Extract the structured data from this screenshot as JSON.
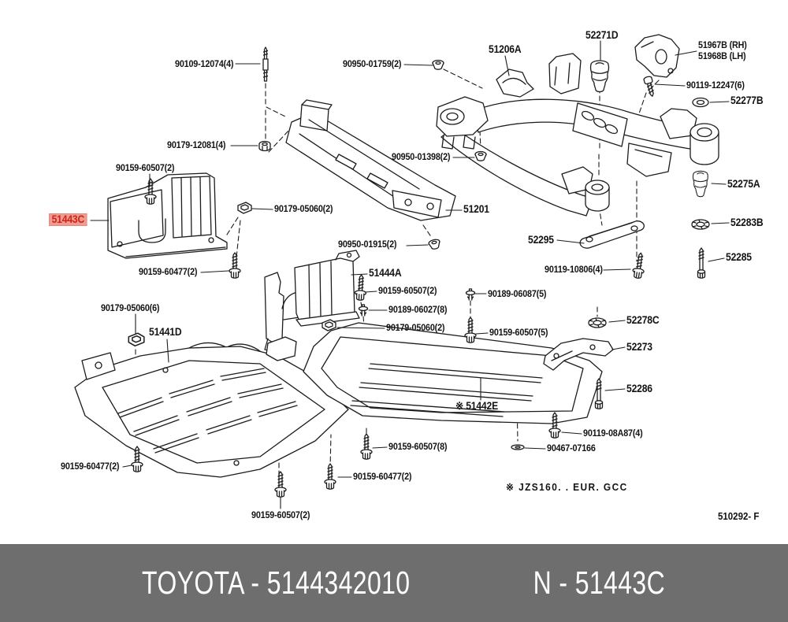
{
  "diagram": {
    "highlight": {
      "text": "51443C",
      "bg_color": "#f09b90",
      "text_color": "#cf2318"
    },
    "note": "※ JZS160. . EUR. GCC",
    "ref_code": "510292- F",
    "line_color": "#1c1c1c",
    "labels": [
      {
        "text": "90109-12074(4)"
      },
      {
        "text": "90950-01759(2)"
      },
      {
        "text": "51206A"
      },
      {
        "text": "52271D"
      },
      {
        "text": "51967B (RH)"
      },
      {
        "text": "51968B (LH)"
      },
      {
        "text": "90119-12247(6)"
      },
      {
        "text": "52277B"
      },
      {
        "text": "90179-12081(4)"
      },
      {
        "text": "90950-01398(2)"
      },
      {
        "text": "90159-60507(2)"
      },
      {
        "text": "51201"
      },
      {
        "text": "52275A"
      },
      {
        "text": "90179-05060(2)"
      },
      {
        "text": "52283B"
      },
      {
        "text": "52295"
      },
      {
        "text": "90950-01915(2)"
      },
      {
        "text": "52285"
      },
      {
        "text": "90159-60477(2)"
      },
      {
        "text": "90119-10806(4)"
      },
      {
        "text": "51444A"
      },
      {
        "text": "90159-60507(2)"
      },
      {
        "text": "90189-06087(5)"
      },
      {
        "text": "90189-06027(8)"
      },
      {
        "text": "90179-05060(6)"
      },
      {
        "text": "51441D"
      },
      {
        "text": "90179-05060(2)"
      },
      {
        "text": "90159-60507(5)"
      },
      {
        "text": "52278C"
      },
      {
        "text": "52273"
      },
      {
        "text": "52286"
      },
      {
        "text": "※ 51442E"
      },
      {
        "text": "90119-08A87(4)"
      },
      {
        "text": "90467-07166"
      },
      {
        "text": "90159-60477(2)"
      },
      {
        "text": "90159-60507(8)"
      },
      {
        "text": "90159-60477(2)"
      },
      {
        "text": "90159-60507(2)"
      }
    ]
  },
  "footer": {
    "left_text": "TOYOTA - 5144342010",
    "right_text": "N - 51443C",
    "bg_color": "#6e6e6e"
  }
}
